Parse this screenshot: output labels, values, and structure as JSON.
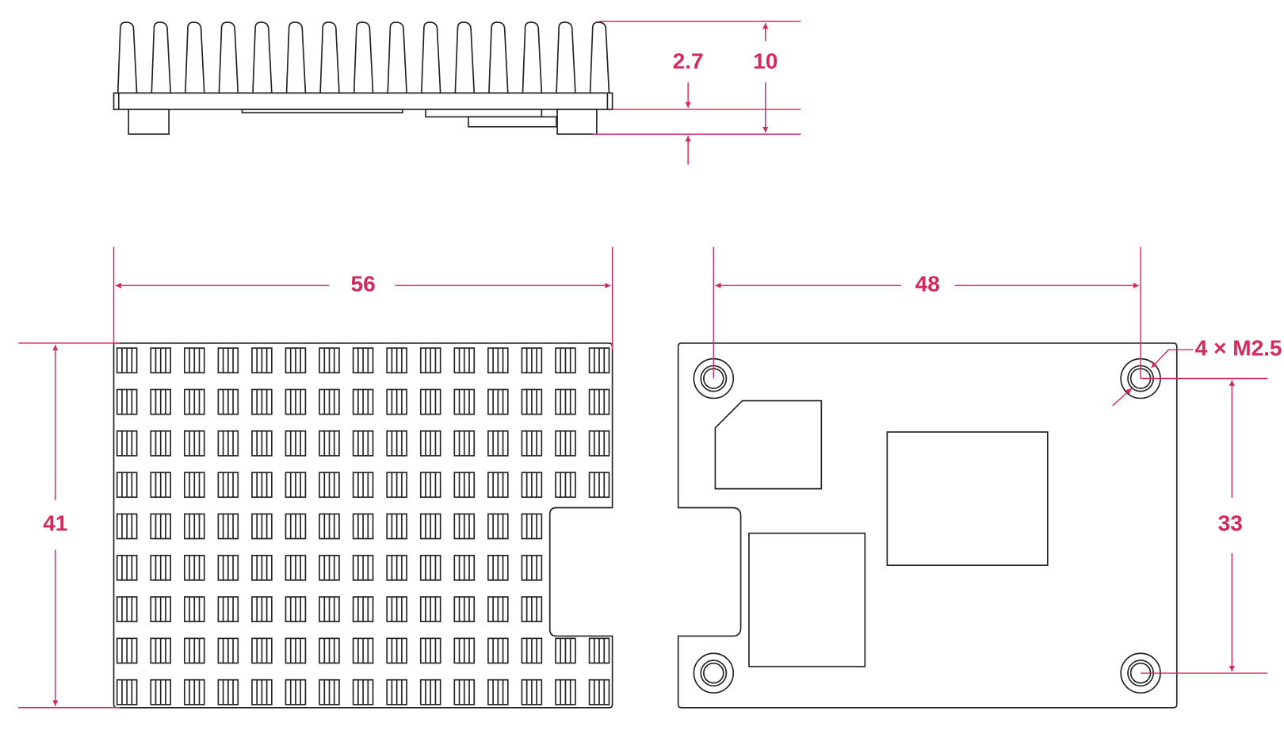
{
  "colors": {
    "dimension": "#d6285a",
    "outline": "#222222"
  },
  "side_view": {
    "height_label": "10",
    "clearance_label": "2.7",
    "fin_count": 15
  },
  "top_view": {
    "width_label": "56",
    "height_label": "41",
    "fin_columns": 15,
    "fin_rows": 9
  },
  "bottom_view": {
    "hole_spacing_x_label": "48",
    "hole_spacing_y_label": "33",
    "hole_label": "4 × M2.5"
  }
}
